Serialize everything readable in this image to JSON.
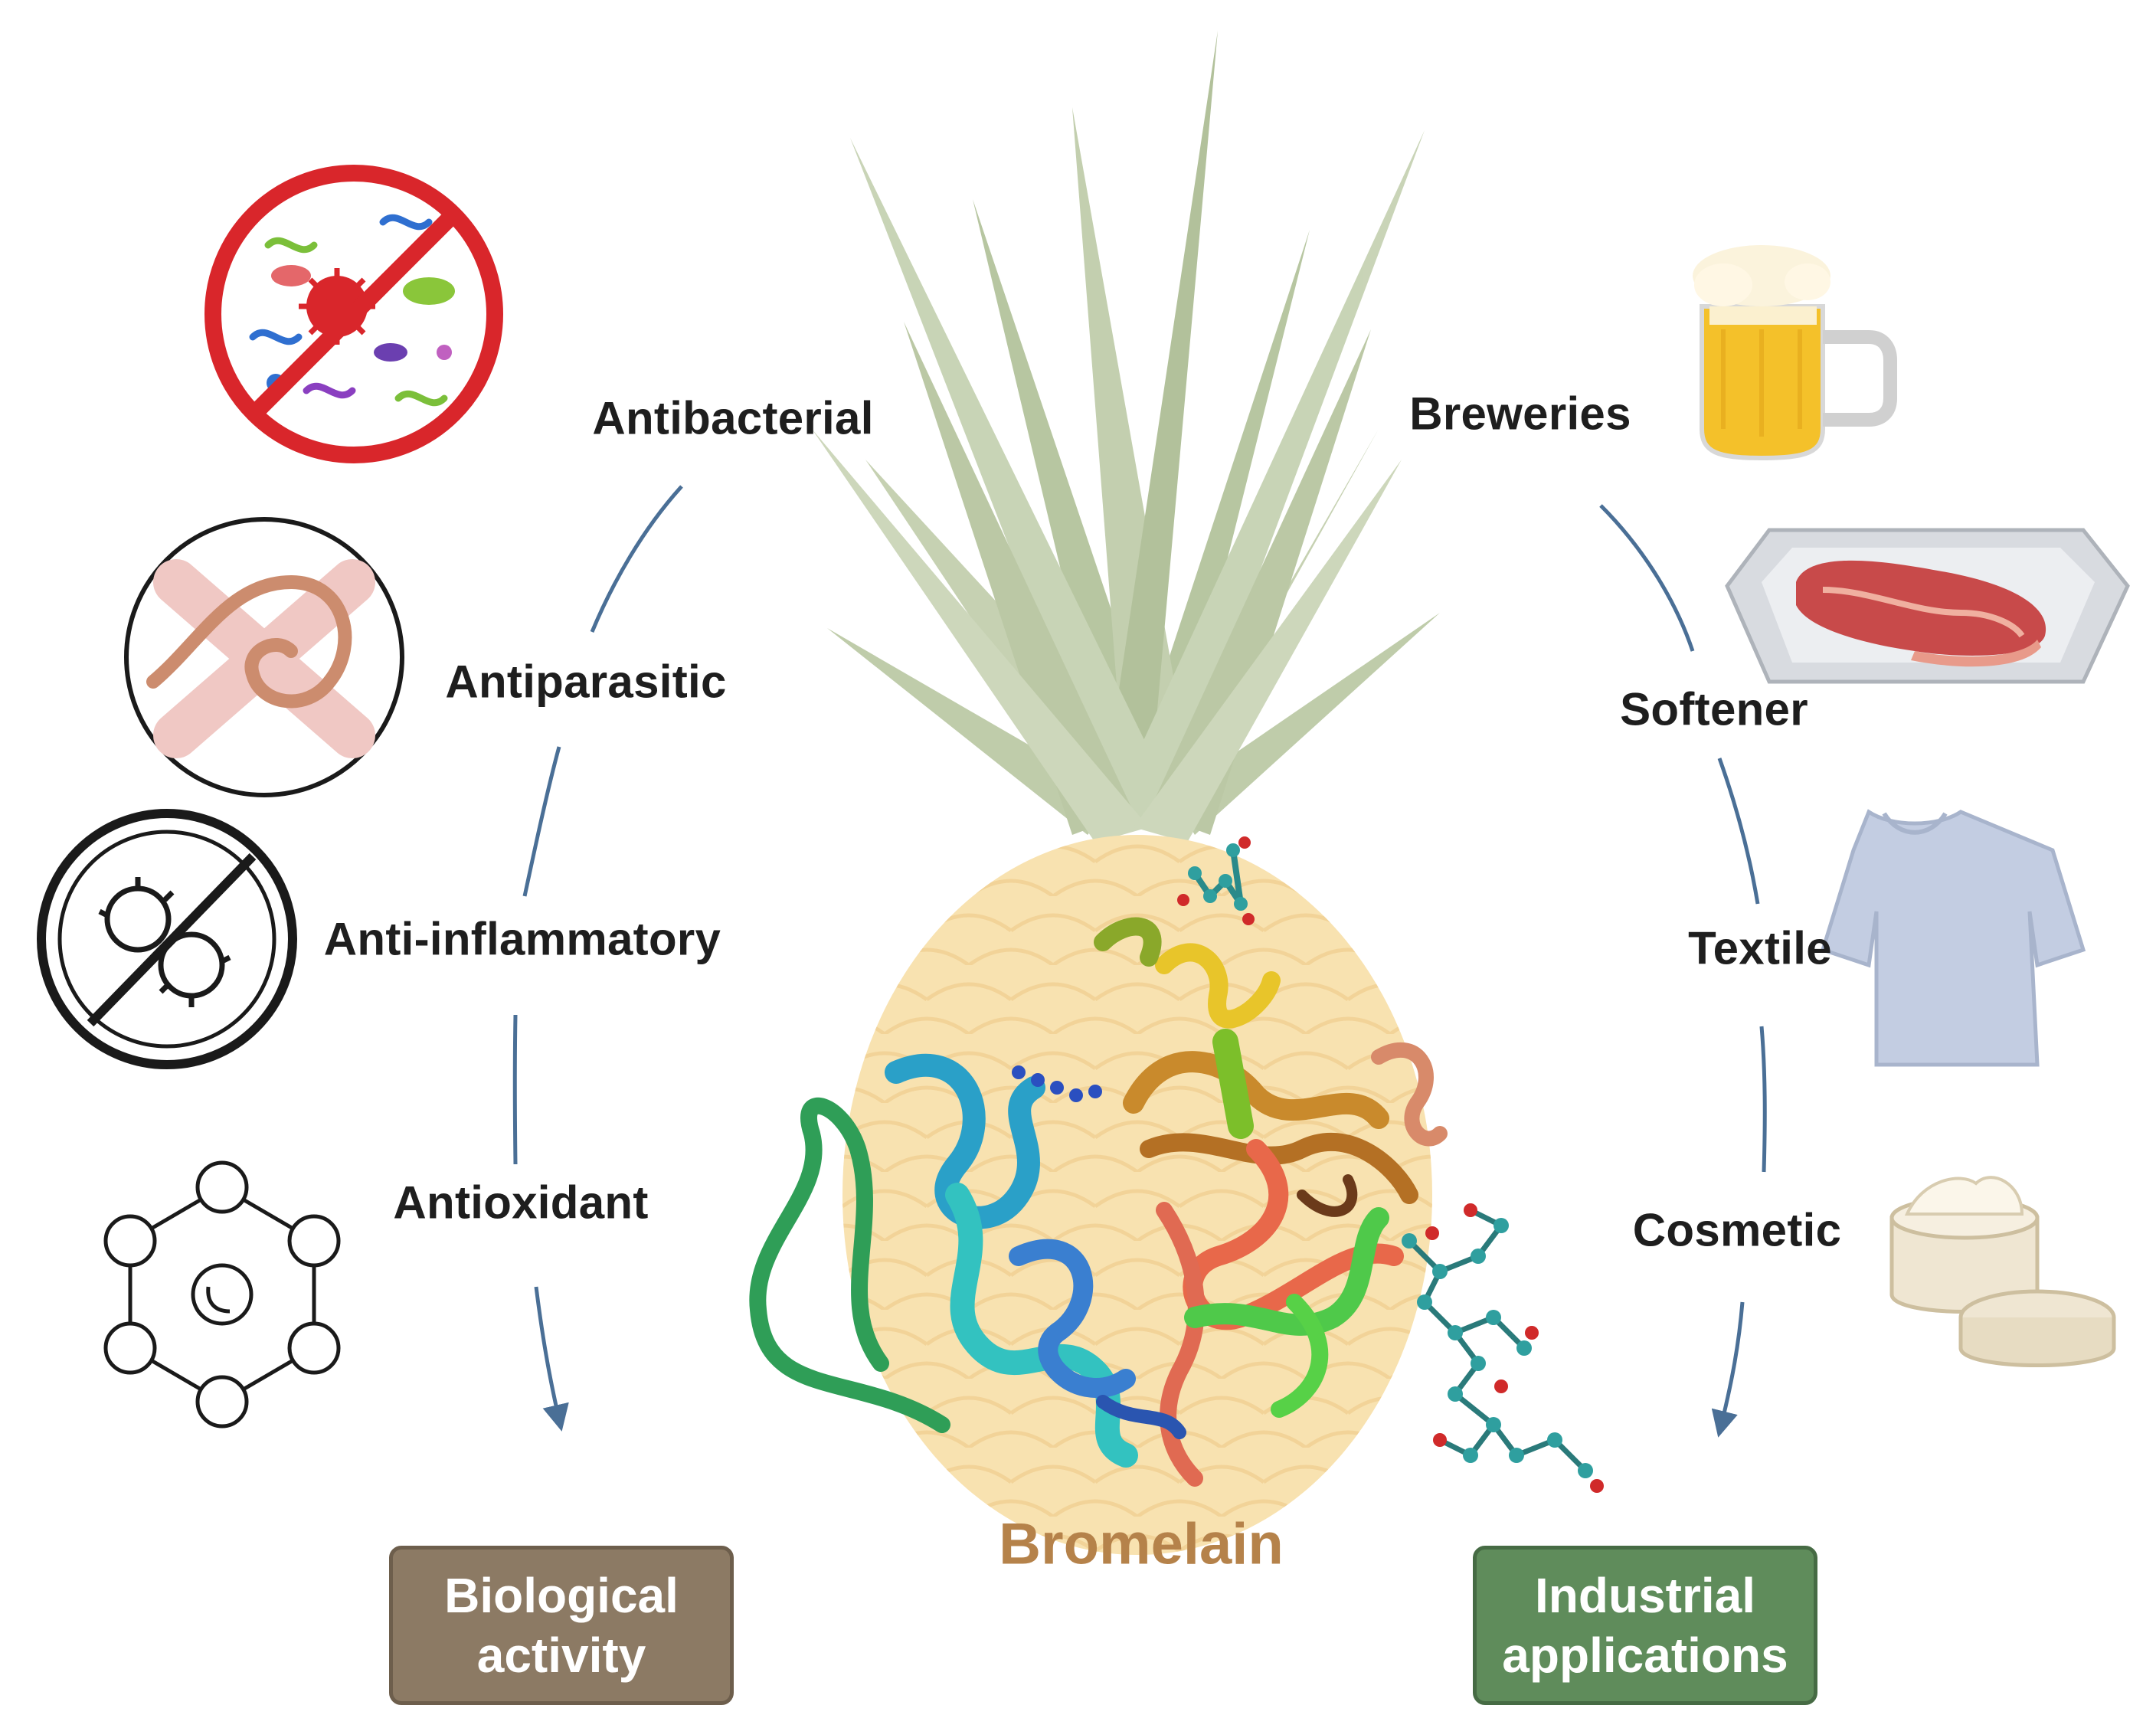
{
  "center": {
    "title": "Bromelain"
  },
  "left_branch": {
    "box_label": "Biological\nactivity",
    "items": [
      {
        "label": "Antibacterial",
        "icon": "no-bacteria-icon"
      },
      {
        "label": "Antiparasitic",
        "icon": "no-worm-icon"
      },
      {
        "label": "Anti-inflammatory",
        "icon": "no-virus-icon"
      },
      {
        "label": "Antioxidant",
        "icon": "molecule-ring-icon"
      }
    ]
  },
  "right_branch": {
    "box_label": "Industrial\napplications",
    "items": [
      {
        "label": "Breweries",
        "icon": "beer-mug-icon"
      },
      {
        "label": "Softener",
        "icon": "meat-tray-icon"
      },
      {
        "label": "Textile",
        "icon": "tshirt-icon"
      },
      {
        "label": "Cosmetic",
        "icon": "cream-jar-icon"
      }
    ]
  },
  "colors": {
    "biological_box": "#8c7a64",
    "industrial_box": "#5f8c5b",
    "bromelain_text": "#b5824a",
    "arrows": "#4a6f96",
    "forbid_red": "#d9262b"
  }
}
